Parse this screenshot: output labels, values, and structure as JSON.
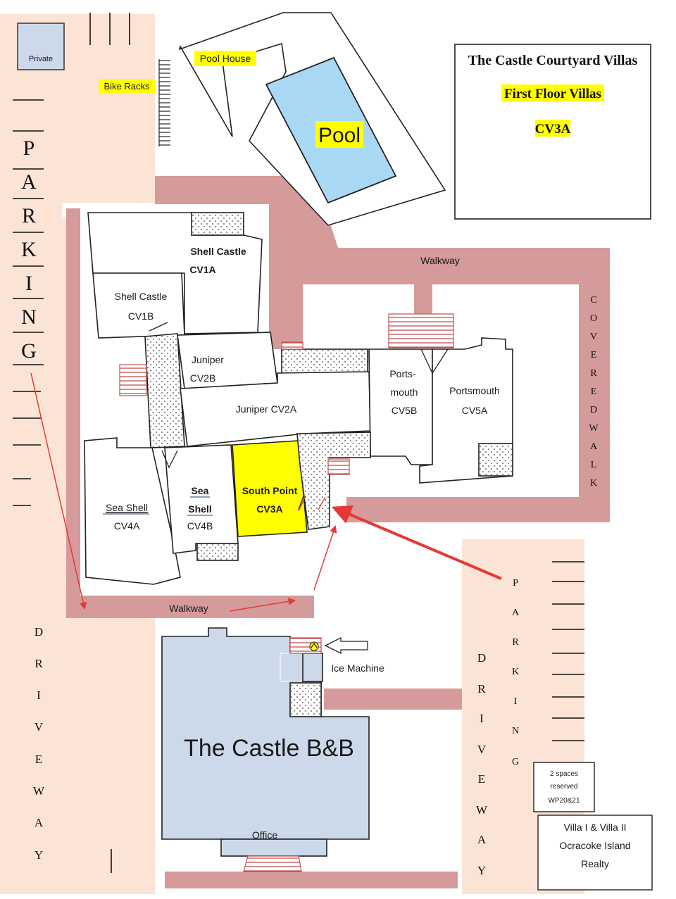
{
  "legend": {
    "title": "The Castle Courtyard Villas",
    "subtitle": "First Floor Villas",
    "unit": "CV3A"
  },
  "labels": {
    "private": "Private",
    "bike_racks": "Bike Racks",
    "pool_house": "Pool House",
    "pool": "Pool",
    "walkway_top": "Walkway",
    "walkway_bottom": "Walkway",
    "ice_machine": "Ice Machine",
    "castle_bb": "The Castle B&B",
    "office": "Office",
    "reserved_line1": "2 spaces",
    "reserved_line2": "reserved",
    "reserved_line3": "WP20&21",
    "villa_line1": "Villa I & Villa II",
    "villa_line2": "Ocracoke Island",
    "villa_line3": "Realty"
  },
  "units": {
    "cv1a_name": "Shell Castle",
    "cv1a_code": "CV1A",
    "cv1b_name": "Shell Castle",
    "cv1b_code": "CV1B",
    "cv2b_name": "Juniper",
    "cv2b_code": "CV2B",
    "cv2a": "Juniper CV2A",
    "cv5b_line1": "Ports-",
    "cv5b_line2": "mouth",
    "cv5b_code": "CV5B",
    "cv5a_name": "Portsmouth",
    "cv5a_code": "CV5A",
    "cv4a_name": "Sea Shell",
    "cv4a_code": "CV4A",
    "cv4b_line1": "Sea",
    "cv4b_line2": "Shell",
    "cv4b_code": "CV4B",
    "cv3a_name": "South Point",
    "cv3a_code": "CV3A"
  },
  "vertical_words": {
    "parking_left": [
      "P",
      "A",
      "R",
      "K",
      "I",
      "N",
      "G"
    ],
    "driveway_left": [
      "D",
      "R",
      "I",
      "V",
      "E",
      "W",
      "A",
      "Y"
    ],
    "covered_walk": [
      "C",
      "O",
      "V",
      "E",
      "R",
      "E",
      "D",
      "W",
      "A",
      "L",
      "K"
    ],
    "driveway_right": [
      "D",
      "R",
      "I",
      "V",
      "E",
      "W",
      "A",
      "Y"
    ],
    "parking_right": [
      "P",
      "A",
      "R",
      "K",
      "I",
      "N",
      "G"
    ]
  },
  "colors": {
    "walkway": "#d49b9a",
    "parking": "#fbe4d6",
    "pool_water": "#a9d8f4",
    "building": "#ccd9ea",
    "highlight": "#ffff00"
  }
}
